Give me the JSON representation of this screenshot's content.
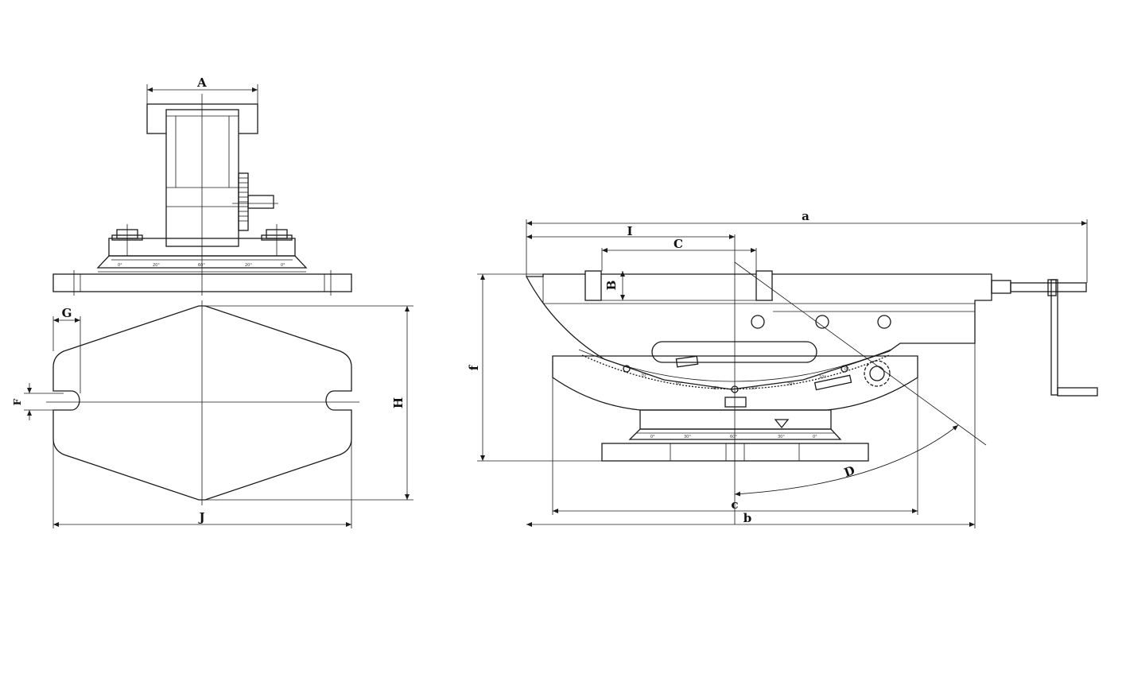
{
  "front_view": {
    "labels": {
      "A": "A",
      "G": "G",
      "F": "F",
      "H": "H",
      "J": "J"
    },
    "scale_ticks": [
      "0°",
      "20°",
      "60°",
      "20°",
      "0°"
    ]
  },
  "side_view": {
    "labels": {
      "a": "a",
      "I": "I",
      "C": "C",
      "B": "B",
      "f": "f",
      "D": "D",
      "c": "c",
      "b": "b"
    },
    "scale_ticks": [
      "0°",
      "30°",
      "60°",
      "30°",
      "0°"
    ],
    "arc_ticks": [
      "70°",
      "60°",
      "45°",
      "30°",
      "20°",
      "10°",
      "0°"
    ]
  }
}
